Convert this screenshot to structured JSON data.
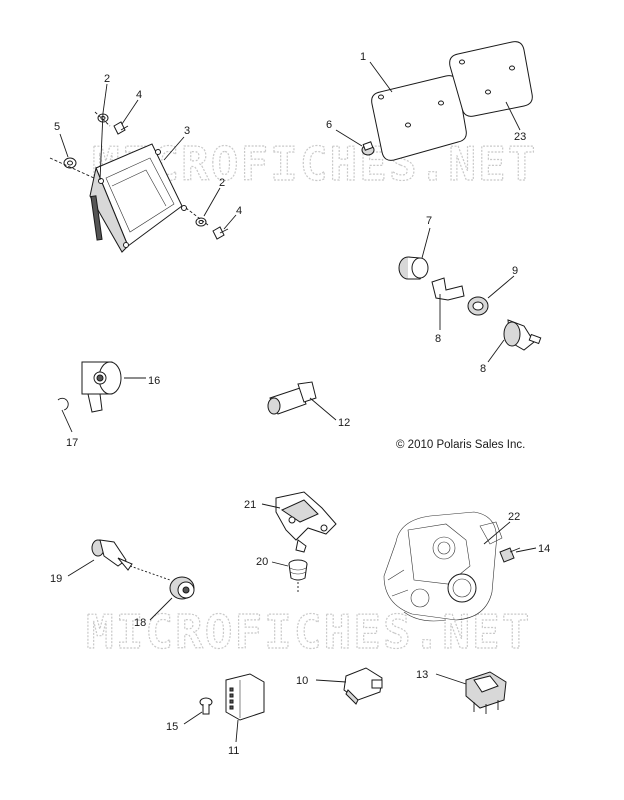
{
  "copyright": "© 2010 Polaris Sales Inc.",
  "watermark": [
    "MICROFICHES.NET",
    "MICROFICHES.NET"
  ],
  "labels": {
    "l1": "1",
    "l23": "23",
    "l6": "6",
    "l2a": "2",
    "l4a": "4",
    "l5": "5",
    "l3": "3",
    "l2b": "2",
    "l4b": "4",
    "l7": "7",
    "l9": "9",
    "l8a": "8",
    "l8b": "8",
    "l16": "16",
    "l17": "17",
    "l12": "12",
    "l21": "21",
    "l20": "20",
    "l22": "22",
    "l14": "14",
    "l19": "19",
    "l18": "18",
    "l10": "10",
    "l13": "13",
    "l15": "15",
    "l11": "11"
  }
}
